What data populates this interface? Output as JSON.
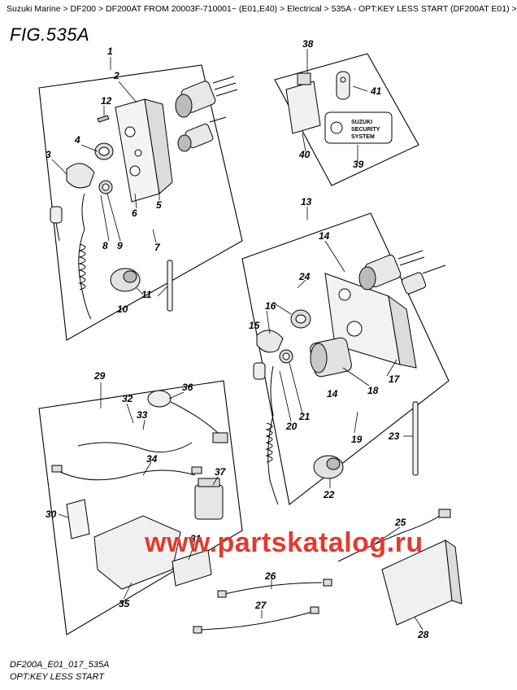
{
  "breadcrumb": {
    "items": [
      "Suzuki Marine",
      "DF200",
      "DF200AT FROM 20003F-710001~ (E01,E40)",
      "Electrical",
      "535A - OPT:KEY LESS START (DF200AT E01)"
    ],
    "separator": " > ",
    "trailing": " >"
  },
  "figure": {
    "title": "FIG.535A"
  },
  "footer": {
    "code": "DF200A_E01_017_535A",
    "name": "OPT:KEY LESS START"
  },
  "watermark": {
    "text": "www.partskatalog.ru",
    "color": "#e23b2e"
  },
  "security_label": {
    "line1": "SUZUKI",
    "line2": "SECURITY",
    "line3": "SYSTEM"
  },
  "callouts": {
    "c1": "1",
    "c2": "2",
    "c3": "3",
    "c4": "4",
    "c5": "5",
    "c6": "6",
    "c7": "7",
    "c8": "8",
    "c9": "9",
    "c10": "10",
    "c11": "11",
    "c12": "12",
    "c13": "13",
    "c14a": "14",
    "c14b": "14",
    "c15": "15",
    "c16": "16",
    "c17": "17",
    "c18": "18",
    "c19": "19",
    "c20": "20",
    "c21": "21",
    "c22": "22",
    "c23": "23",
    "c24": "24",
    "c25": "25",
    "c26": "26",
    "c27": "27",
    "c28": "28",
    "c29": "29",
    "c30": "30",
    "c31": "31",
    "c32": "32",
    "c33": "33",
    "c34": "34",
    "c35": "35",
    "c36": "36",
    "c37": "37",
    "c38": "38",
    "c39": "39",
    "c40": "40",
    "c41": "41"
  }
}
